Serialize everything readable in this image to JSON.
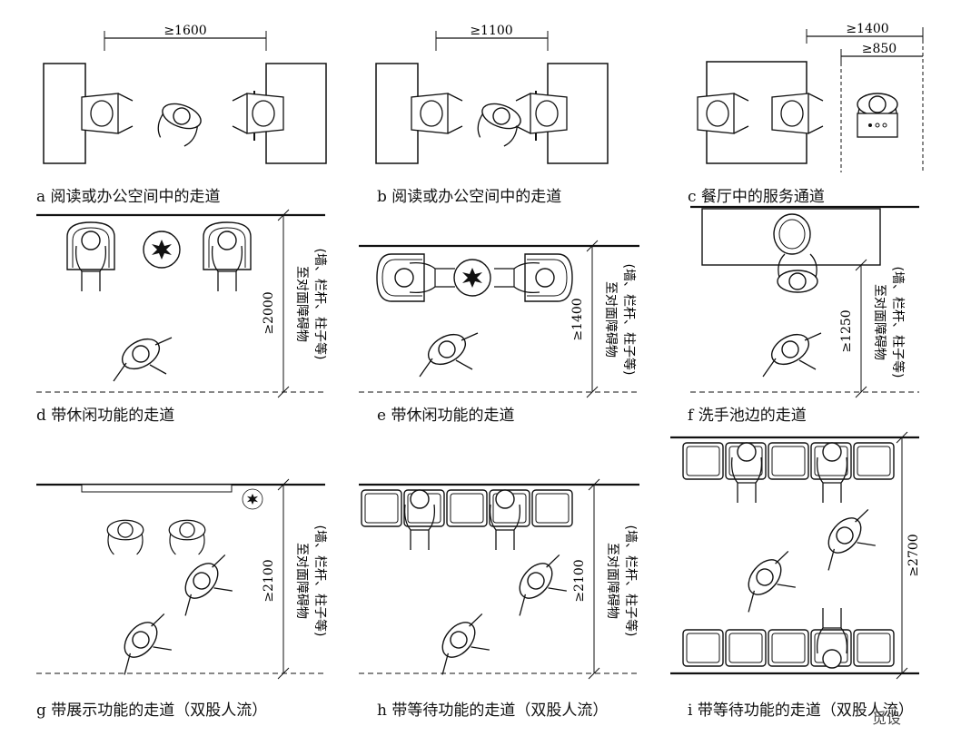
{
  "panels": {
    "a": {
      "caption": "a 阅读或办公空间中的走道",
      "dim": "≥1600"
    },
    "b": {
      "caption": "b 阅读或办公空间中的走道",
      "dim": "≥1100"
    },
    "c": {
      "caption": "c 餐厅中的服务通道",
      "dim_outer": "≥1400",
      "dim_inner": "≥850"
    },
    "d": {
      "caption": "d 带休闲功能的走道",
      "dim": "≥2000"
    },
    "e": {
      "caption": "e 带休闲功能的走道",
      "dim": "≥1400"
    },
    "f": {
      "caption": "f 洗手池边的走道",
      "dim": "≥1250"
    },
    "g": {
      "caption": "g 带展示功能的走道（双股人流）",
      "dim": "≥2100"
    },
    "h": {
      "caption": "h 带等待功能的走道（双股人流）",
      "dim": "≥2100"
    },
    "i": {
      "caption": "i 带等待功能的走道（双股人流）",
      "dim": "≥2700"
    }
  },
  "obstacle_note_line1": "至对面障碍物",
  "obstacle_note_line2": "(墙、栏杆、柱子等)",
  "watermark": "觅设"
}
